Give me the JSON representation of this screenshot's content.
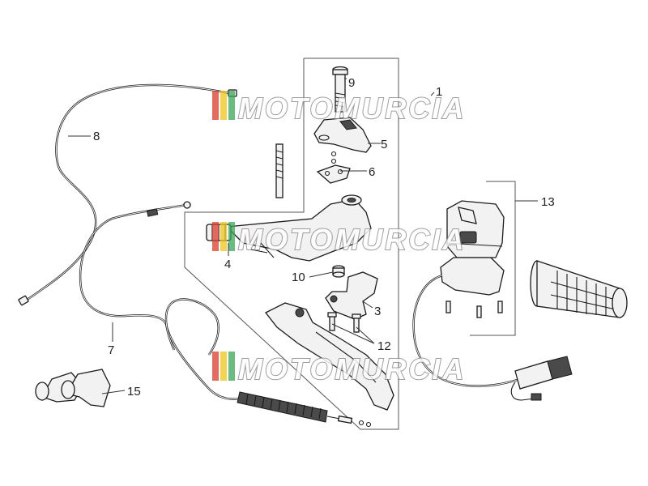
{
  "watermark": {
    "text": "MOTOMURCIA",
    "stripe_colors": [
      "#d93a2b",
      "#f0c419",
      "#3aa655",
      "#bdbdbd"
    ]
  },
  "callouts": [
    {
      "id": "1",
      "label": "1"
    },
    {
      "id": "3",
      "label": "3"
    },
    {
      "id": "4",
      "label": "4"
    },
    {
      "id": "5",
      "label": "5"
    },
    {
      "id": "6",
      "label": "6"
    },
    {
      "id": "7",
      "label": "7"
    },
    {
      "id": "8",
      "label": "8"
    },
    {
      "id": "9",
      "label": "9"
    },
    {
      "id": "10",
      "label": "10"
    },
    {
      "id": "12",
      "label": "12"
    },
    {
      "id": "13",
      "label": "13"
    },
    {
      "id": "15",
      "label": "15"
    }
  ]
}
